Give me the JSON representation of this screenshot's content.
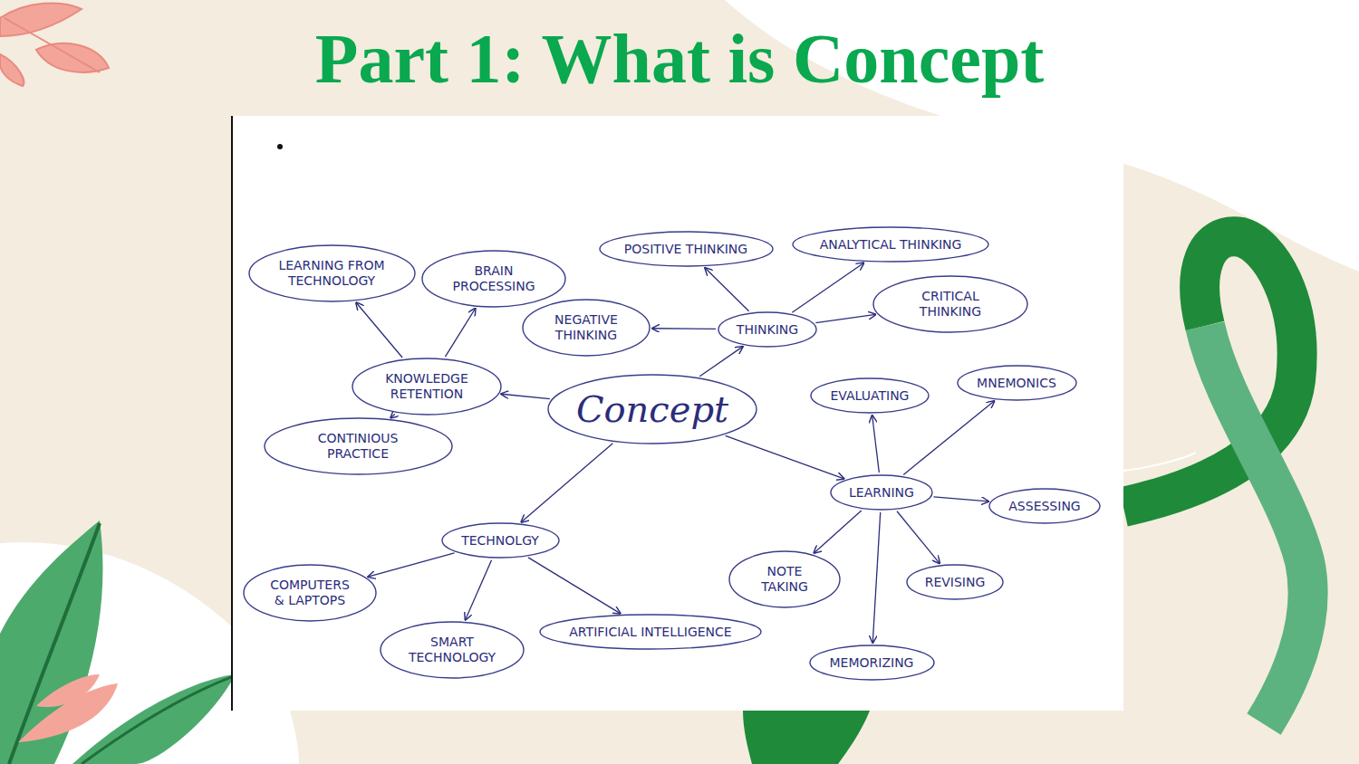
{
  "diagram": {
    "title": "Part 1: What is Concept",
    "nodes": [
      {
        "text": [
          "LEARNING FROM TECHNOLOGY"
        ]
      },
      {
        "text": [
          "BRAIN PROCESSING"
        ]
      },
      {
        "text": [
          "POSITIVE THINKING"
        ]
      },
      {
        "text": [
          "ANALYTICAL THINKING"
        ]
      },
      {
        "text": [
          "NEGATIVE THINKING"
        ]
      },
      {
        "text": [
          "THINKING"
        ]
      },
      {
        "text": [
          "CRITICAL THINKING"
        ]
      },
      {
        "text": [
          "KNOWLEDGE RETENTION"
        ]
      },
      {
        "text": [
          "Concept"
        ]
      },
      {
        "text": [
          "EVALUATING"
        ]
      },
      {
        "text": [
          "MNEMONICS"
        ]
      },
      {
        "text": [
          "CONTINIOUS PRACTICE"
        ]
      },
      {
        "text": [
          "LEARNING"
        ]
      },
      {
        "text": [
          "ASSESSING"
        ]
      },
      {
        "text": [
          "TECHNOLGY"
        ]
      },
      {
        "text": [
          "COMPUTERS & LAPTOPS"
        ]
      },
      {
        "text": [
          "NOTE TAKING"
        ]
      },
      {
        "text": [
          "REVISING"
        ]
      },
      {
        "text": [
          "ARTIFICIAL INTELLIGENCE"
        ]
      },
      {
        "text": [
          "SMART TECHNOLOGY"
        ]
      },
      {
        "text": [
          "MEMORIZING"
        ]
      }
    ],
    "edges": [
      {
        "from": 8,
        "to": 5,
        "arrow": "to"
      },
      {
        "from": 8,
        "to": 7,
        "arrow": "to"
      },
      {
        "from": 8,
        "to": 14,
        "arrow": "to"
      },
      {
        "from": 8,
        "to": 12,
        "arrow": "to"
      },
      {
        "from": 5,
        "to": 2,
        "arrow": "to"
      },
      {
        "from": 5,
        "to": 3,
        "arrow": "to"
      },
      {
        "from": 5,
        "to": 6,
        "arrow": "to"
      },
      {
        "from": 5,
        "to": 4,
        "arrow": "to"
      },
      {
        "from": 7,
        "to": 0,
        "arrow": "to"
      },
      {
        "from": 7,
        "to": 1,
        "arrow": "to"
      },
      {
        "from": 7,
        "to": 11,
        "arrow": "to"
      },
      {
        "from": 14,
        "to": 15,
        "arrow": "to"
      },
      {
        "from": 14,
        "to": 19,
        "arrow": "to"
      },
      {
        "from": 14,
        "to": 18,
        "arrow": "to"
      },
      {
        "from": 12,
        "to": 9,
        "arrow": "to"
      },
      {
        "from": 12,
        "to": 10,
        "arrow": "to"
      },
      {
        "from": 12,
        "to": 13,
        "arrow": "to"
      },
      {
        "from": 12,
        "to": 17,
        "arrow": "to"
      },
      {
        "from": 12,
        "to": 20,
        "arrow": "to"
      },
      {
        "from": 12,
        "to": 16,
        "arrow": "to"
      }
    ]
  }
}
